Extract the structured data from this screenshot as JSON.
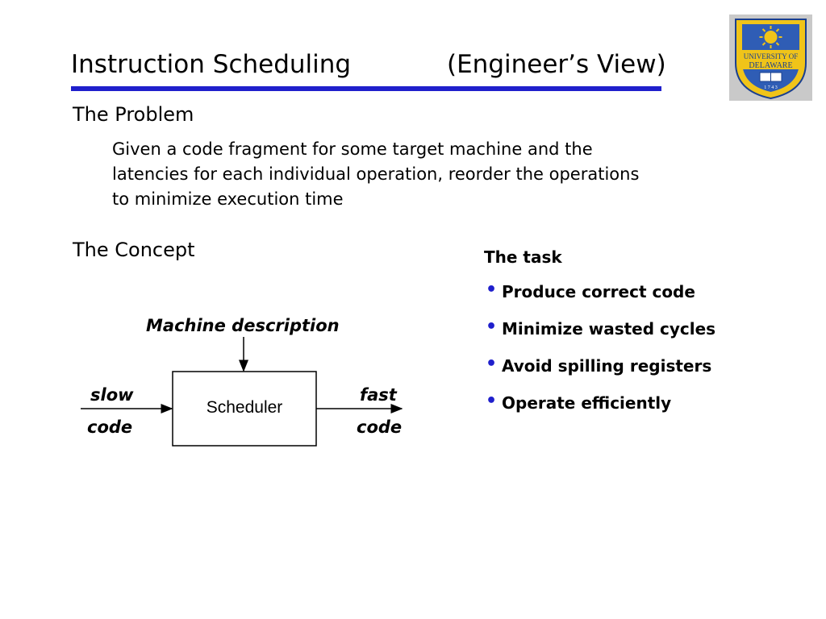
{
  "slide": {
    "title": "Instruction Scheduling",
    "title_view": "(Engineer’s View)",
    "accent_color": "#1f1fcc",
    "logo": {
      "name": "university-of-delaware-seal",
      "text_top": "UNIVERSITY OF",
      "text_bottom": "DELAWARE",
      "year": "1 7 4 3"
    }
  },
  "problem": {
    "heading": "The Problem",
    "lines": [
      "Given a code fragment for some target machine and the",
      "latencies for each individual operation, reorder the operations",
      "to minimize execution time"
    ]
  },
  "concept": {
    "heading": "The Concept",
    "diagram": {
      "top_input": "Machine description",
      "left_top": "slow",
      "left_bottom": "code",
      "box": "Scheduler",
      "right_top": "fast",
      "right_bottom": "code"
    }
  },
  "task": {
    "heading": "The task",
    "items": [
      "Produce correct code",
      "Minimize wasted cycles",
      "Avoid spilling registers",
      "Operate efficiently"
    ]
  }
}
